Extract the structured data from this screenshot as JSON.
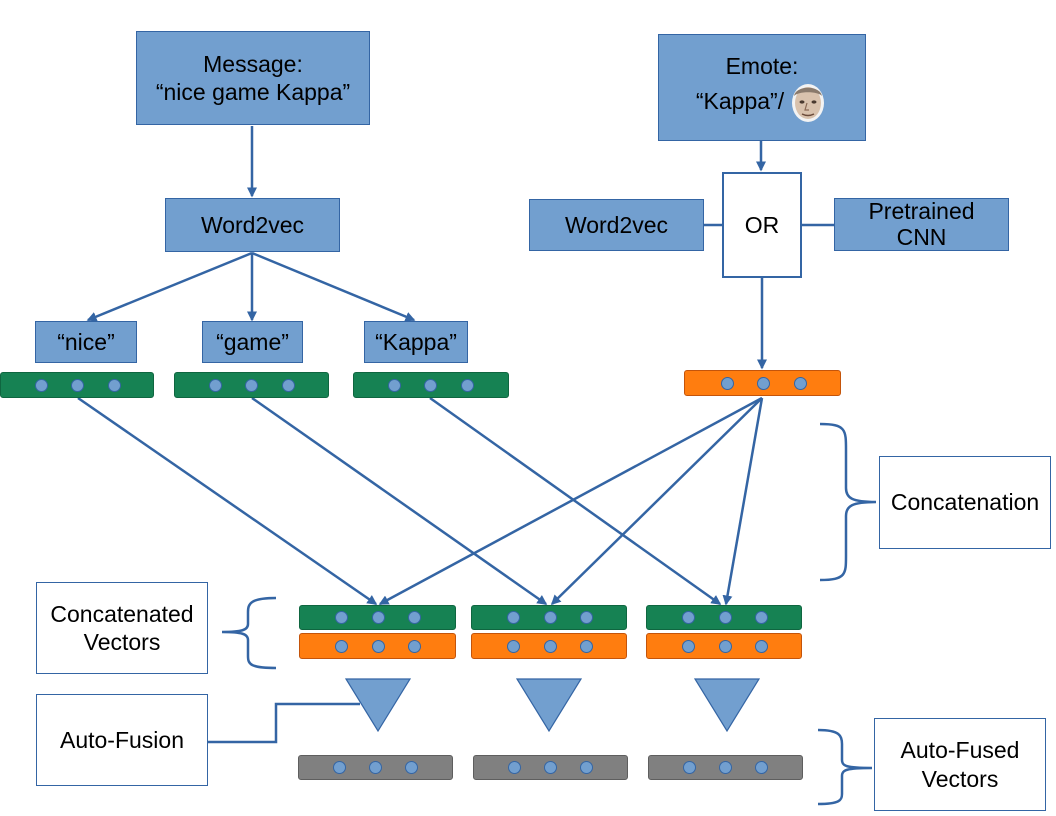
{
  "message_box": {
    "line1": "Message:",
    "line2": "“nice game Kappa”"
  },
  "emote_box": {
    "line1": "Emote:",
    "line2": "“Kappa”/",
    "image": "kappa-face-icon"
  },
  "word2vec_left": {
    "label": "Word2vec"
  },
  "word2vec_right": {
    "label": "Word2vec"
  },
  "or_box": {
    "label": "OR"
  },
  "cnn_box": {
    "line1": "Pretrained",
    "line2": "CNN"
  },
  "tokens": [
    {
      "label": "“nice”"
    },
    {
      "label": "“game”"
    },
    {
      "label": "“Kappa”"
    }
  ],
  "concatenation": {
    "label": "Concatenation"
  },
  "concatenated_vectors": {
    "line1": "Concatenated",
    "line2": "Vectors"
  },
  "auto_fusion": {
    "label": "Auto-Fusion"
  },
  "auto_fused_vectors": {
    "line1": "Auto-Fused",
    "line2": "Vectors"
  },
  "colors": {
    "box_fill": "#729fcf",
    "box_border": "#3465a4",
    "word_vector": "#168253",
    "emote_vector": "#ff7d0f",
    "fused_vector": "#808080",
    "arrow": "#3465a4"
  }
}
